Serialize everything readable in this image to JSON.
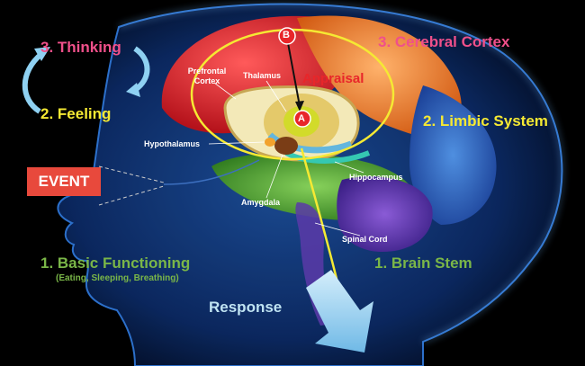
{
  "labels": {
    "thinking": "3. Thinking",
    "feeling": "2. Feeling",
    "cerebral_cortex": "3. Cerebral Cortex",
    "limbic_system": "2. Limbic System",
    "basic_functioning": "1. Basic Functioning",
    "basic_functioning_sub": "(Eating, Sleeping, Breathing)",
    "brain_stem": "1. Brain Stem",
    "event": "EVENT",
    "response": "Response",
    "appraisal": "Appraisal",
    "prefrontal_cortex": "Prefrontal Cortex",
    "thalamus": "Thalamus",
    "hypothalamus": "Hypothalamus",
    "hippocampus": "Hippocampus",
    "amygdala": "Amygdala",
    "spinal_cord": "Spinal Cord",
    "marker_a": "A",
    "marker_b": "B"
  },
  "colors": {
    "pink": "#f0508a",
    "yellow": "#f5e933",
    "green": "#7ab648",
    "light_blue": "#bfe3f2",
    "event_red": "#e8493c",
    "appraisal_red": "#e8262a"
  }
}
